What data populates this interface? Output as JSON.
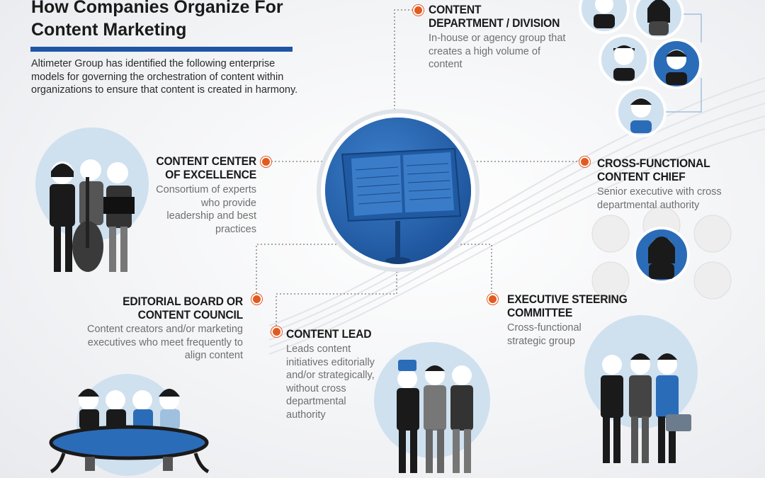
{
  "title": "How Companies Organize For Content Marketing",
  "intro": "Altimeter Group has identified the following enterprise models for governing the orchestration of content within organizations to ensure that content is created in harmony.",
  "colors": {
    "accent_blue": "#1f56a3",
    "connector_orange": "#e35a1f",
    "light_blue_circle": "#cfe0ef"
  },
  "center_icon": "music-stand-icon",
  "models": {
    "department": {
      "title_line1": "CONTENT",
      "title_line2": "DEPARTMENT / DIVISION",
      "desc": "In-house or agency group that creates a high volume of content"
    },
    "center_excellence": {
      "title_line1": "CONTENT CENTER",
      "title_line2": "OF EXCELLENCE",
      "desc": "Consortium of experts who provide leadership and best practices"
    },
    "cross_functional": {
      "title_line1": "CROSS-FUNCTIONAL",
      "title_line2": "CONTENT CHIEF",
      "desc": "Senior executive with cross departmental authority"
    },
    "editorial_board": {
      "title_line1": "EDITORIAL BOARD OR",
      "title_line2": "CONTENT COUNCIL",
      "desc": "Content creators and/or marketing executives who meet frequently to align content"
    },
    "content_lead": {
      "title_line1": "CONTENT LEAD",
      "desc": "Leads content initiatives editorially and/or strategically, without cross departmental authority"
    },
    "steering": {
      "title_line1": "EXECUTIVE STEERING",
      "title_line2": "COMMITTEE",
      "desc": "Cross-functional strategic group"
    }
  }
}
